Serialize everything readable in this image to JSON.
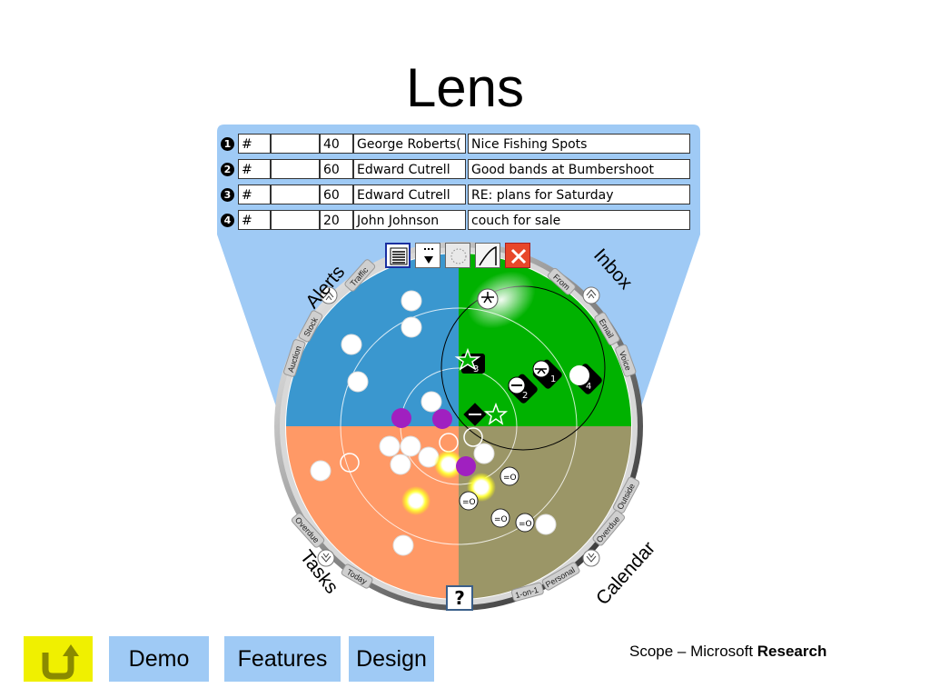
{
  "title": "Lens",
  "table_rows": [
    {
      "index": "1",
      "mark": "#",
      "blank": "",
      "score": "40",
      "sender": "George Roberts(",
      "subject": "Nice Fishing Spots"
    },
    {
      "index": "2",
      "mark": "#",
      "blank": "",
      "score": "60",
      "sender": "Edward Cutrell",
      "subject": "Good bands at Bumbershoot"
    },
    {
      "index": "3",
      "mark": "#",
      "blank": "",
      "score": "60",
      "sender": "Edward Cutrell",
      "subject": "RE: plans for Saturday"
    },
    {
      "index": "4",
      "mark": "#",
      "blank": "",
      "score": "20",
      "sender": "John Johnson",
      "subject": "couch for sale"
    }
  ],
  "toolbar": {
    "icons": [
      "list-view-icon",
      "filter-icon",
      "dotted-lens-icon",
      "curve-icon",
      "close-icon"
    ]
  },
  "quadrants": {
    "alerts": {
      "label": "Alerts",
      "tabs": [
        "Traffic",
        "Stock",
        "Auction"
      ],
      "color": "#3a97cf"
    },
    "inbox": {
      "label": "Inbox",
      "tabs": [
        "From",
        "Email",
        "Voice"
      ],
      "color": "#00b200"
    },
    "tasks": {
      "label": "Tasks",
      "tabs": [
        "Overdue",
        "Today"
      ],
      "color": "#ff9966"
    },
    "calendar": {
      "label": "Calendar",
      "tabs": [
        "Outside",
        "Overdue",
        "Personal",
        "1-on-1"
      ],
      "color": "#9b9667"
    }
  },
  "item_badges": [
    "3",
    "2",
    "1",
    "4"
  ],
  "help_label": "?",
  "nav": {
    "demo": "Demo",
    "features": "Features",
    "design": "Design"
  },
  "footer": {
    "prefix": "Scope – Microsoft ",
    "bold": "Research"
  },
  "colors": {
    "lens_panel": "#9fcaf5",
    "nav_button": "#9fcaf5",
    "back_button": "#f0f000",
    "back_arrow": "#8a8a00",
    "purple_dot": "#a020c0"
  }
}
